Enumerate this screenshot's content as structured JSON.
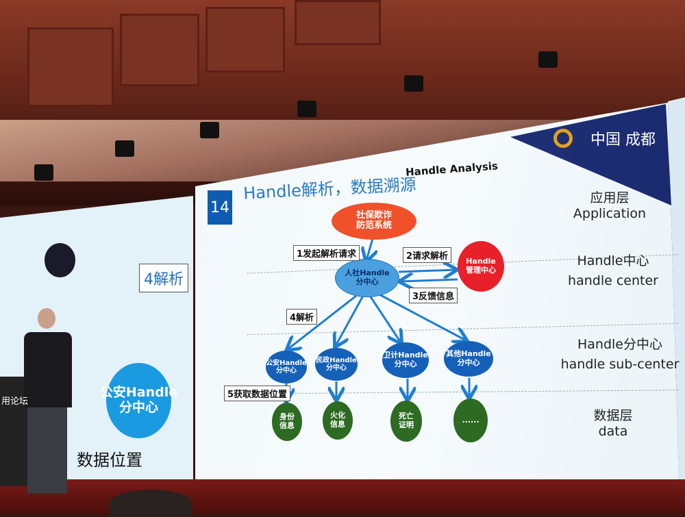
{
  "slide": {
    "number": "14",
    "title": "Handle解析，数据溯源",
    "subtitle": "Handle Analysis",
    "location": "中国 成都",
    "nodes": {
      "system": "社保欺诈\n防范系统",
      "sub_center": "人社Handle\n分中心",
      "management": "Handle\n管理中心",
      "police": "公安Handle\n分中心",
      "civil": "民政Handle\n分中心",
      "health": "卫计Handle\n分中心",
      "other": "其他Handle\n分中心",
      "identity": "身份\n信息",
      "cremation": "火化\n信息",
      "death": "死亡\n证明",
      "more": "......"
    },
    "steps": [
      "1发起解析请求",
      "2请求解析",
      "3反馈信息",
      "4解析",
      "5获取数据位置"
    ],
    "layers": [
      {
        "cn": "应用层",
        "en": "Application"
      },
      {
        "cn": "Handle中心",
        "en": "handle center"
      },
      {
        "cn": "Handle分中心",
        "en": "handle sub-center"
      },
      {
        "cn": "数据层",
        "en": "data"
      }
    ]
  },
  "left_screen": {
    "step": "4解析",
    "node": "公安Handle\n分中心",
    "data_text": "数据位置",
    "side_text": "用论坛"
  },
  "colors": {
    "red": "#f0502a",
    "blue": "#1f6fc0",
    "green": "#2d6a22",
    "mgmt": "#e8202a"
  }
}
